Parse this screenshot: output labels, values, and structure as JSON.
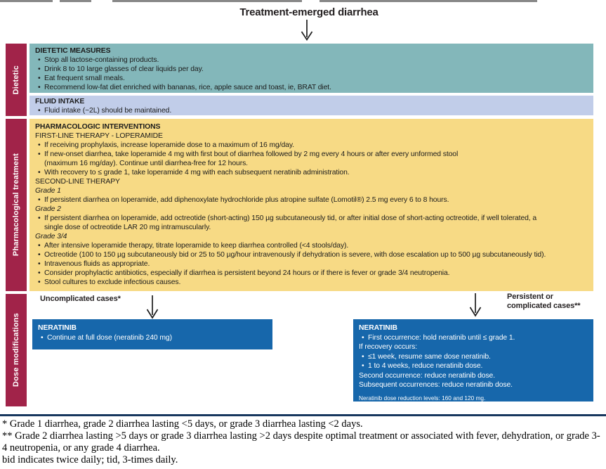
{
  "figure": {
    "title": "Treatment-emerged diarrhea"
  },
  "sidebar": {
    "dietetic": "Dietetic",
    "pharmacological": "Pharmacological treatment",
    "dose": "Dose modifications"
  },
  "dietetic": {
    "header": "DIETETIC MEASURES",
    "bullets": [
      "Stop all lactose-containing products.",
      "Drink 8 to 10 large glasses of clear liquids per day.",
      "Eat frequent small meals.",
      "Recommend low-fat diet enriched with bananas, rice, apple sauce and toast, ie, BRAT diet."
    ]
  },
  "fluid": {
    "header": "FLUID INTAKE",
    "bullets": [
      "Fluid intake (~2L) should be maintained."
    ]
  },
  "pharm": {
    "header": "PHARMACOLOGIC INTERVENTIONS",
    "first_line_label": "FIRST-LINE THERAPY - LOPERAMIDE",
    "first_line_bullets": [
      "If receiving prophylaxis, increase loperamide dose to a maximum of 16 mg/day.",
      "If new-onset diarrhea, take loperamide 4 mg with first bout of diarrhea followed by 2 mg every 4 hours or after every unformed stool",
      "(maximum 16 mg/day). Continue until diarrhea-free for 12 hours.",
      "With recovery to ≤ grade 1, take loperamide 4 mg with each subsequent neratinib administration."
    ],
    "second_line_label": "SECOND-LINE THERAPY",
    "grade1_label": "Grade 1",
    "grade1_bullets": [
      "If persistent diarrhea on loperamide, add diphenoxylate hydrochloride plus atropine sulfate (Lomotil®) 2.5 mg every 6 to 8 hours."
    ],
    "grade2_label": "Grade 2",
    "grade2_bullets": [
      "If persistent diarrhea on loperamide, add octreotide (short-acting) 150 µg subcutaneously tid, or after initial dose of short-acting octreotide, if well tolerated, a",
      "single dose of octreotide LAR 20 mg intramuscularly."
    ],
    "grade34_label": "Grade 3/4",
    "grade34_bullets": [
      "After intensive loperamide therapy, titrate loperamide to keep diarrhea controlled (<4 stools/day).",
      "Octreotide (100 to 150 µg subcutaneously bid or 25 to 50 µg/hour intravenously if dehydration is severe, with dose escalation up to 500 µg subcutaneously tid).",
      "Intravenous fluids as appropriate.",
      "Consider prophylactic antibiotics, especially if diarrhea is persistent beyond 24 hours or if there is fever or grade 3/4 neutropenia.",
      "Stool cultures to exclude infectious causes."
    ]
  },
  "dose": {
    "left_branch_label": "Uncomplicated cases*",
    "right_branch_label_line1": "Persistent or",
    "right_branch_label_line2": "complicated cases**",
    "left_box": {
      "header": "NERATINIB",
      "bullets": [
        "Continue at full dose (neratinib 240 mg)"
      ]
    },
    "right_box": {
      "header": "NERATINIB",
      "lines": [
        "First occurrence: hold neratinib until ≤ grade 1.",
        "If recovery occurs:",
        "≤1 week, resume same dose neratinib.",
        "1 to 4 weeks, reduce neratinib dose.",
        "Second occurrence: reduce neratinib dose.",
        "Subsequent occurrences: reduce neratinib dose."
      ],
      "note": "Neratinib dose reduction levels: 160 and 120 mg."
    }
  },
  "footnotes": [
    "* Grade 1 diarrhea, grade 2 diarrhea lasting <5 days, or grade 3 diarrhea lasting <2 days.",
    "** Grade 2 diarrhea lasting >5 days or grade 3 diarrhea lasting >2 days despite optimal treatment or associated with fever, dehydration, or grade 3-4 neutropenia, or any grade 4 diarrhea.",
    "bid indicates twice daily; tid, 3-times daily."
  ],
  "colors": {
    "maroon": "#a12349",
    "teal": "#83b7ba",
    "light_blue": "#c1cde9",
    "yellow": "#f7da85",
    "blue": "#1767ab",
    "rule_navy": "#17375e"
  }
}
